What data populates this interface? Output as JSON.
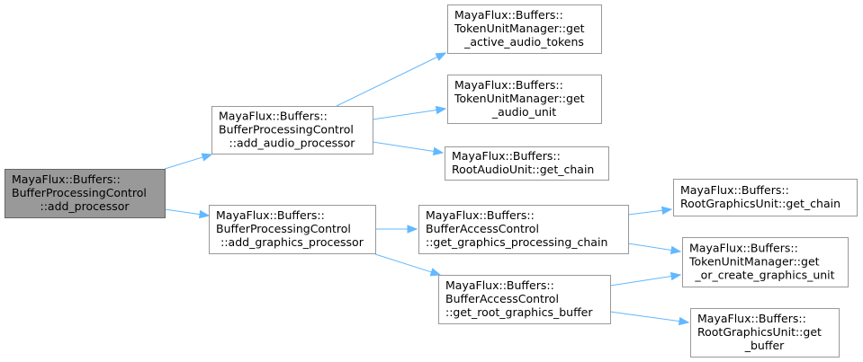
{
  "diagram": {
    "type": "call-graph",
    "edge_color": "#63b8ff",
    "root_fill": "#999999",
    "node_fill": "#ffffff",
    "node_border": "#999999",
    "nodes": [
      {
        "id": "add_processor",
        "lines": [
          "MayaFlux::Buffers::",
          "BufferProcessingControl",
          "::add_processor"
        ],
        "root": true
      },
      {
        "id": "add_audio_processor",
        "lines": [
          "MayaFlux::Buffers::",
          "BufferProcessingControl",
          "::add_audio_processor"
        ]
      },
      {
        "id": "add_graphics_processor",
        "lines": [
          "MayaFlux::Buffers::",
          "BufferProcessingControl",
          "::add_graphics_processor"
        ]
      },
      {
        "id": "get_active_audio_tokens",
        "lines": [
          "MayaFlux::Buffers::",
          "TokenUnitManager::get",
          "_active_audio_tokens"
        ]
      },
      {
        "id": "get_audio_unit",
        "lines": [
          "MayaFlux::Buffers::",
          "TokenUnitManager::get",
          "_audio_unit"
        ]
      },
      {
        "id": "root_audio_get_chain",
        "lines": [
          "MayaFlux::Buffers::",
          "RootAudioUnit::get_chain"
        ]
      },
      {
        "id": "get_graphics_processing_chain",
        "lines": [
          "MayaFlux::Buffers::",
          "BufferAccessControl",
          "::get_graphics_processing_chain"
        ]
      },
      {
        "id": "get_root_graphics_buffer",
        "lines": [
          "MayaFlux::Buffers::",
          "BufferAccessControl",
          "::get_root_graphics_buffer"
        ]
      },
      {
        "id": "root_graphics_get_chain",
        "lines": [
          "MayaFlux::Buffers::",
          "RootGraphicsUnit::get_chain"
        ]
      },
      {
        "id": "get_or_create_graphics_unit",
        "lines": [
          "MayaFlux::Buffers::",
          "TokenUnitManager::get",
          "_or_create_graphics_unit"
        ]
      },
      {
        "id": "root_graphics_get_buffer",
        "lines": [
          "MayaFlux::Buffers::",
          "RootGraphicsUnit::get",
          "_buffer"
        ]
      }
    ],
    "edges": [
      {
        "from": "add_processor",
        "to": "add_audio_processor"
      },
      {
        "from": "add_processor",
        "to": "add_graphics_processor"
      },
      {
        "from": "add_audio_processor",
        "to": "get_active_audio_tokens"
      },
      {
        "from": "add_audio_processor",
        "to": "get_audio_unit"
      },
      {
        "from": "add_audio_processor",
        "to": "root_audio_get_chain"
      },
      {
        "from": "add_graphics_processor",
        "to": "get_graphics_processing_chain"
      },
      {
        "from": "add_graphics_processor",
        "to": "get_root_graphics_buffer"
      },
      {
        "from": "get_graphics_processing_chain",
        "to": "root_graphics_get_chain"
      },
      {
        "from": "get_graphics_processing_chain",
        "to": "get_or_create_graphics_unit"
      },
      {
        "from": "get_root_graphics_buffer",
        "to": "get_or_create_graphics_unit"
      },
      {
        "from": "get_root_graphics_buffer",
        "to": "root_graphics_get_buffer"
      }
    ]
  }
}
